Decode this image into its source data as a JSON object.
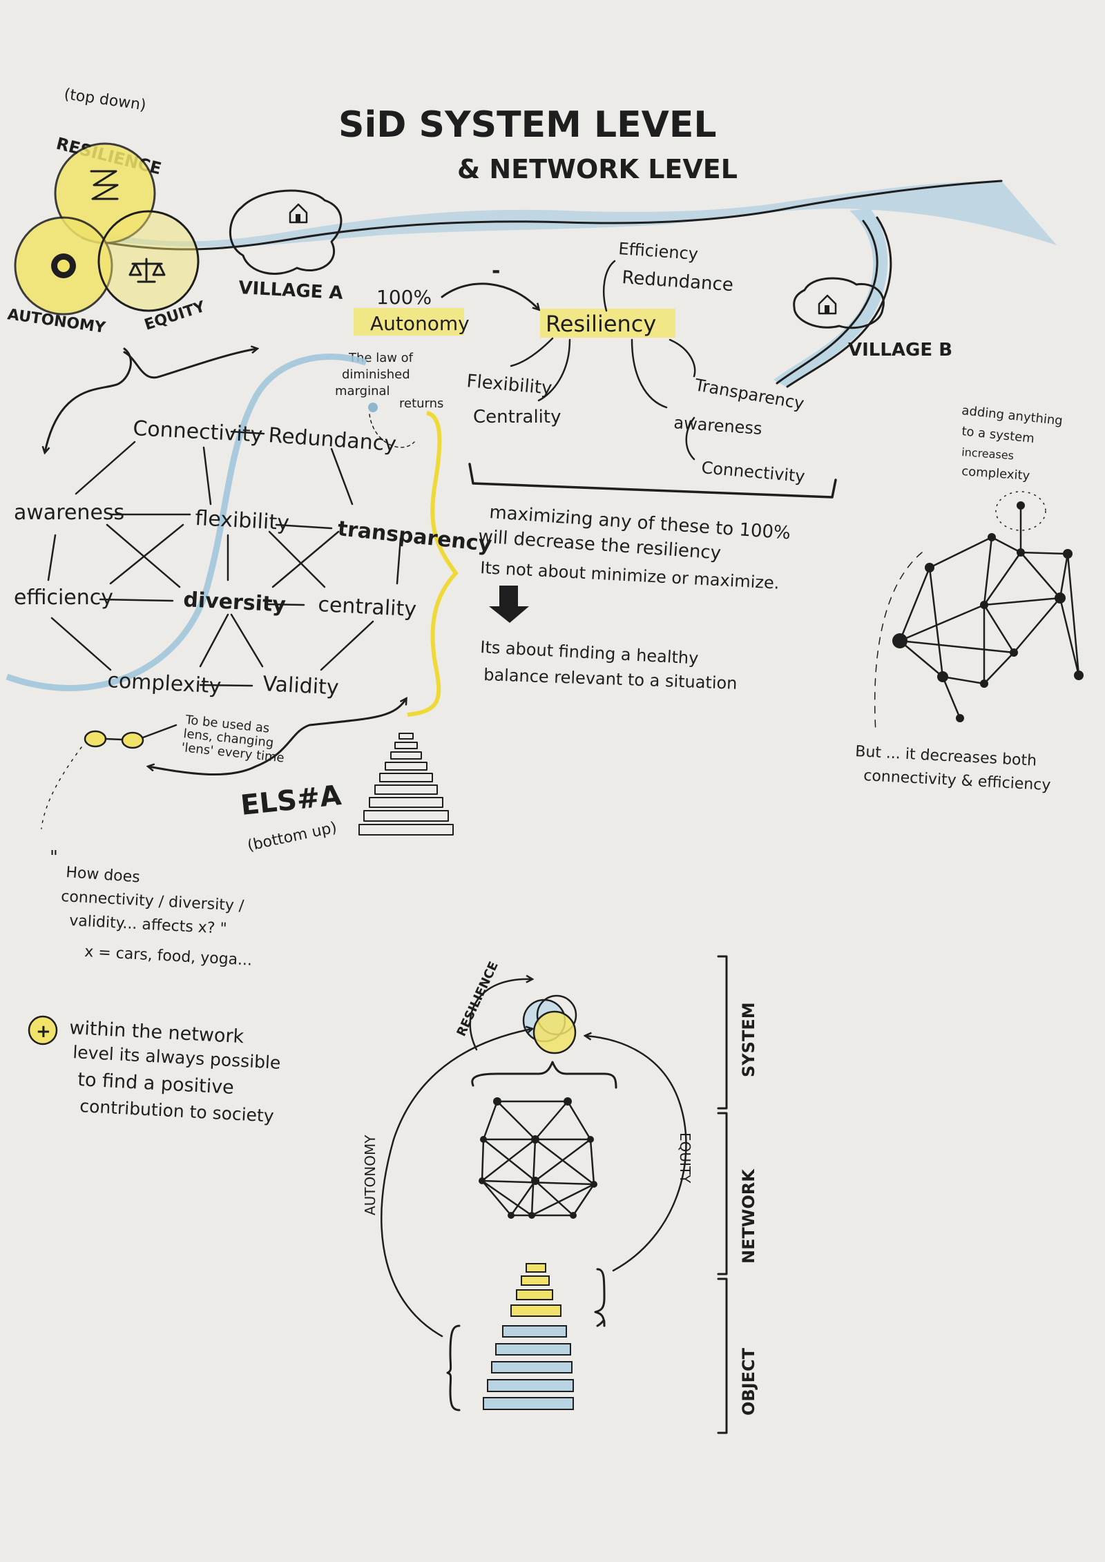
{
  "title": {
    "line1": "SiD SYSTEM LEVEL",
    "line2": "& NETWORK LEVEL"
  },
  "venn": {
    "note": "(top down)",
    "resilience": "RESILIENCE",
    "autonomy": "AUTONOMY",
    "equity": "EQUITY"
  },
  "villages": {
    "a": "VILLAGE A",
    "b": "VILLAGE B"
  },
  "top": {
    "autonomy100_pct": "100%",
    "autonomy100_word": "Autonomy",
    "minus": "-",
    "resiliency": "Resiliency",
    "branches": [
      "Efficiency",
      "Redundance",
      "Flexibility",
      "Centrality",
      "Transparency",
      "awareness",
      "Connectivity"
    ],
    "law_lines": [
      "The law of",
      "diminished",
      "marginal",
      "returns"
    ]
  },
  "network_terms": [
    "Connectivity",
    "Redundancy",
    "awareness",
    "flexibility",
    "transparency",
    "efficiency",
    "diversity",
    "centrality",
    "complexity",
    "Validity"
  ],
  "statements": {
    "maximizing": [
      "maximizing any of these to 100%",
      "will decrease the resiliency"
    ],
    "not_about": "Its not about minimize or maximize.",
    "about": [
      "Its about finding a healthy",
      "balance relevant to a situation"
    ]
  },
  "lens": {
    "lines": [
      "To be used as",
      "lens, changing",
      "'lens' every time"
    ]
  },
  "elsa": {
    "name": "ELS#A",
    "note": "(bottom up)"
  },
  "question": {
    "lines": [
      "\"",
      "How does",
      "connectivity / diversity /",
      "validity... affects x? \""
    ],
    "x_line": "x = cars, food, yoga..."
  },
  "complexity_note": {
    "top": [
      "adding anything",
      "to a system",
      "increases",
      "complexity"
    ],
    "bottom": [
      "But ... it decreases both",
      "connectivity & efficiency"
    ]
  },
  "plus_note": {
    "symbol": "+",
    "lines": [
      "within the network",
      "level its always possible",
      "to find a positive",
      "contribution to society"
    ]
  },
  "levels": {
    "resilience": "RESILIENCE",
    "autonomy": "AUTONOMY",
    "equity": "EQUITY",
    "system": "SYSTEM",
    "network": "NETWORK",
    "object": "OBJECT"
  },
  "colors": {
    "yellow": "#f1e36a",
    "blue": "#b8d4e2",
    "ink": "#1e1e1e",
    "paper": "#ecebe8"
  }
}
